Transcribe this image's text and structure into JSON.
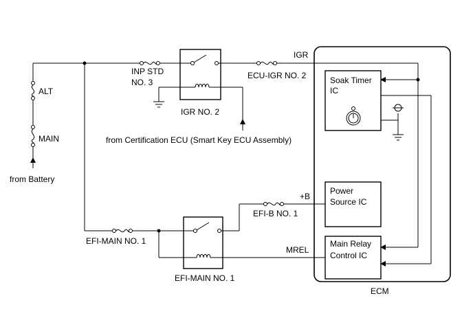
{
  "labels": {
    "alt": "ALT",
    "main": "MAIN",
    "from_battery": "from Battery",
    "inp_std_line1": "INP STD",
    "inp_std_line2": "NO. 3",
    "igr_relay": "IGR NO. 2",
    "ecu_igr": "ECU-IGR NO. 2",
    "igr_signal": "IGR",
    "from_cert_ecu": "from Certification ECU (Smart Key ECU Assembly)",
    "efi_b": "EFI-B NO. 1",
    "plus_b": "+B",
    "efi_main_fuse": "EFI-MAIN NO. 1",
    "efi_main_relay": "EFI-MAIN NO. 1",
    "mrel": "MREL",
    "ecm": "ECM"
  },
  "ics": {
    "soak_line1": "Soak Timer",
    "soak_line2": "IC",
    "power_line1": "Power",
    "power_line2": "Source IC",
    "mainrelay_line1": "Main Relay",
    "mainrelay_line2": "Control IC"
  },
  "icons": {
    "battery_arrow": "arrow-up-icon",
    "cert_arrow": "arrow-up-icon",
    "ground": "ground-icon",
    "clock": "clock-icon",
    "sensor": "circle-bar-icon"
  }
}
